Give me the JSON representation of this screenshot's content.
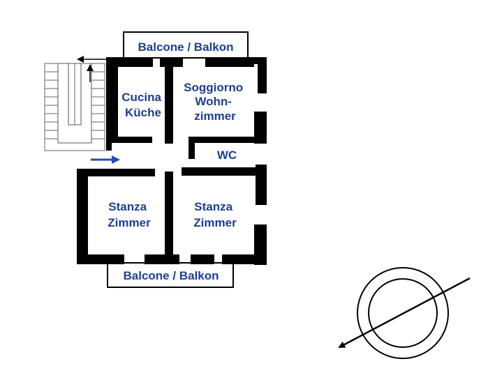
{
  "balcony_top": "Balcone / Balkon",
  "balcony_bottom": "Balcone / Balkon",
  "rooms": {
    "kitchen": [
      "Cucina",
      "Küche"
    ],
    "living": [
      "Soggiorno",
      "Wohn-",
      "zimmer"
    ],
    "wc": "WC",
    "room_left": [
      "Stanza",
      "Zimmer"
    ],
    "room_right": [
      "Stanza",
      "Zimmer"
    ]
  },
  "icons": {
    "entrance": "entrance-arrow-icon",
    "staircase": "staircase-icon",
    "north": "north-compass-icon"
  },
  "colors": {
    "wall": "#000000",
    "text": "#1d3f8f",
    "entrance_arrow": "#1f4fb0"
  }
}
